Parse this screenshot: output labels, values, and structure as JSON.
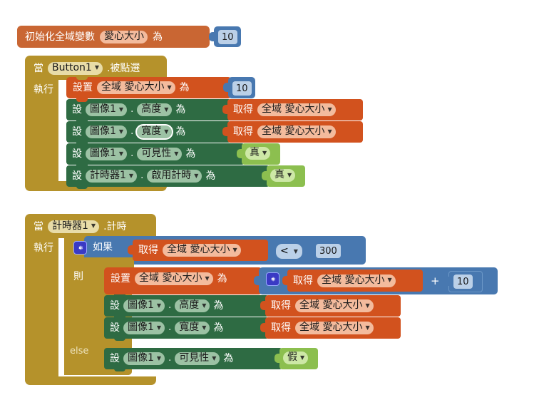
{
  "app": {
    "title": "MIT App Inventor Blocks Editor",
    "language": "zh-Hant",
    "canvas_background": "#FFFFFF"
  },
  "colors": {
    "variables": "#C96633",
    "variables_dark": "#D2521E",
    "variables_field": "#F3BB9D",
    "event": "#B5922B",
    "event_field": "#E8DCA8",
    "setter_green": "#2E6B43",
    "setter_field": "#9CC2A4",
    "math_blue": "#4878B0",
    "math_field": "#BBD0E8",
    "logic_green": "#8CBF4F",
    "logic_field": "#CDE8A6"
  },
  "glyphs": {
    "caret_down": "▼",
    "dot": ".",
    "gear": "gear-icon"
  },
  "blocks": {
    "global_init": {
      "keyword": "初始化全域變數",
      "variable_name": "愛心大小",
      "assign_word": "為",
      "value": "10"
    },
    "button_click_event": {
      "when_word": "當",
      "component": "Button1",
      "event_name": ".被點選",
      "do_word": "執行",
      "statements": [
        {
          "kind": "set-global",
          "keyword": "設置",
          "target": "全域 愛心大小",
          "assign_word": "為",
          "value": "10"
        },
        {
          "kind": "set-property",
          "keyword": "設",
          "component": "圖像1",
          "dot": ".",
          "property": "高度",
          "assign_word": "為",
          "value_kind": "get-global",
          "value_keyword": "取得",
          "value_target": "全域 愛心大小",
          "selected": false
        },
        {
          "kind": "set-property",
          "keyword": "設",
          "component": "圖像1",
          "dot": ".",
          "property": "寬度",
          "assign_word": "為",
          "value_kind": "get-global",
          "value_keyword": "取得",
          "value_target": "全域 愛心大小",
          "selected": true
        },
        {
          "kind": "set-property",
          "keyword": "設",
          "component": "圖像1",
          "dot": ".",
          "property": "可見性",
          "assign_word": "為",
          "value_kind": "logic",
          "value_target": "真",
          "selected": false
        },
        {
          "kind": "set-property",
          "keyword": "設",
          "component": "計時器1",
          "dot": ".",
          "property": "啟用計時",
          "assign_word": "為",
          "value_kind": "logic",
          "value_target": "真",
          "selected": false
        }
      ]
    },
    "timer_event": {
      "when_word": "當",
      "component": "計時器1",
      "event_name": ".計時",
      "do_word": "執行",
      "if_block": {
        "mutator_icon": "gear-icon",
        "if_word": "如果",
        "then_word": "則",
        "else_word": "else",
        "condition": {
          "left_keyword": "取得",
          "left_target": "全域 愛心大小",
          "operator": "<",
          "right_value": "300"
        },
        "then_statements": [
          {
            "kind": "set-global",
            "keyword": "設置",
            "target": "全域 愛心大小",
            "assign_word": "為",
            "value_kind": "math-add",
            "mutator_icon": "gear-icon",
            "operand_keyword": "取得",
            "operand_target": "全域 愛心大小",
            "operator": "+",
            "operand2": "10"
          },
          {
            "kind": "set-property",
            "keyword": "設",
            "component": "圖像1",
            "dot": ".",
            "property": "高度",
            "assign_word": "為",
            "value_kind": "get-global",
            "value_keyword": "取得",
            "value_target": "全域 愛心大小"
          },
          {
            "kind": "set-property",
            "keyword": "設",
            "component": "圖像1",
            "dot": ".",
            "property": "寬度",
            "assign_word": "為",
            "value_kind": "get-global",
            "value_keyword": "取得",
            "value_target": "全域 愛心大小"
          }
        ],
        "else_statements": [
          {
            "kind": "set-property",
            "keyword": "設",
            "component": "圖像1",
            "dot": ".",
            "property": "可見性",
            "assign_word": "為",
            "value_kind": "logic",
            "value_target": "假"
          }
        ]
      }
    }
  }
}
